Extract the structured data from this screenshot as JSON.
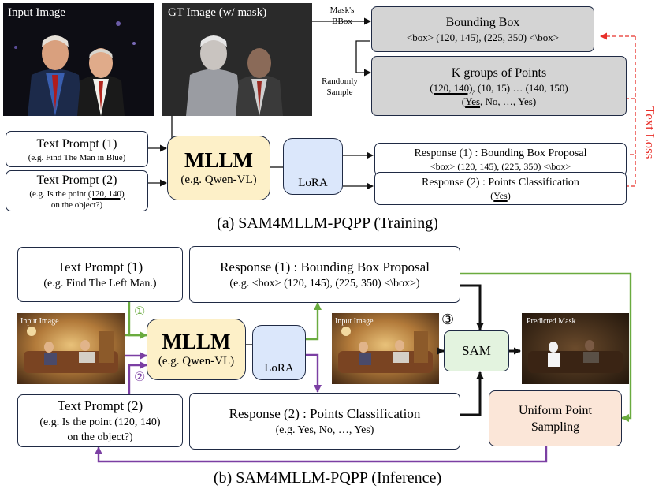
{
  "colors": {
    "box_border": "#1f2a44",
    "gray_box": "#d4d4d4",
    "mllm_fill": "#fdf0c8",
    "lora_fill": "#dbe7fb",
    "sam_fill": "#e3f3df",
    "sampling_fill": "#fbe6d8",
    "green_arrow": "#6aab3f",
    "purple_arrow": "#7b3fa3",
    "red_arrow": "#e8302a"
  },
  "training": {
    "input_image_label": "Input Image",
    "gt_image_label": "GT Image (w/ mask)",
    "mask_bbox_label": [
      "Mask's",
      "BBox"
    ],
    "randomly_sample_label": [
      "Randomly",
      "Sample"
    ],
    "bbox_box": {
      "title": "Bounding Box",
      "value": "<box> (120, 145), (225, 350) <\\box>"
    },
    "points_box": {
      "title": "K groups of Points",
      "coords_first": "(120, 140)",
      "coords_rest": ", (10, 15) … (140, 150)",
      "labels_open": "(",
      "labels_first": "Yes",
      "labels_rest": ", No, …, Yes)"
    },
    "text_prompt_1": {
      "title": "Text Prompt (1)",
      "example": "(e.g. Find The Man in Blue)"
    },
    "text_prompt_2": {
      "title": "Text Prompt (2)",
      "example_before": "(e.g. Is the point ",
      "example_point": "(120, 140)",
      "example_after": "on the object?)"
    },
    "mllm": {
      "title": "MLLM",
      "subtitle": "(e.g. Qwen-VL)"
    },
    "lora": {
      "label": "LoRA"
    },
    "response_1": {
      "title": "Response (1) : Bounding Box Proposal",
      "value": "<box> (120, 145), (225, 350) <\\box>"
    },
    "response_2": {
      "title": "Response (2) : Points Classification",
      "value_open": "(",
      "value_yes": "Yes",
      "value_close": ")"
    },
    "text_loss_label": "Text Loss",
    "caption": "(a) SAM4MLLM-PQPP (Training)"
  },
  "inference": {
    "text_prompt_1": {
      "title": "Text Prompt (1)",
      "example": "(e.g. Find The Left Man.)"
    },
    "text_prompt_2": {
      "title": "Text Prompt (2)",
      "example": [
        "(e.g. Is the point (120, 140)",
        "on the object?)"
      ]
    },
    "input_image_label": "Input Image",
    "mllm": {
      "title": "MLLM",
      "subtitle": "(e.g. Qwen-VL)"
    },
    "lora": {
      "label": "LoRA"
    },
    "response_1": {
      "title": "Response (1) : Bounding Box Proposal",
      "value": "(e.g. <box> (120, 145), (225, 350) <\\box>)"
    },
    "response_2": {
      "title": "Response (2) : Points Classification",
      "value": "(e.g. Yes, No, …, Yes)"
    },
    "input_image_label_2": "Input Image",
    "sam_label": "SAM",
    "predicted_mask_label": "Predicted Mask",
    "uniform_sampling": [
      "Uniform Point",
      "Sampling"
    ],
    "step_1": "①",
    "step_2": "②",
    "step_3": "③",
    "caption": "(b) SAM4MLLM-PQPP (Inference)"
  }
}
